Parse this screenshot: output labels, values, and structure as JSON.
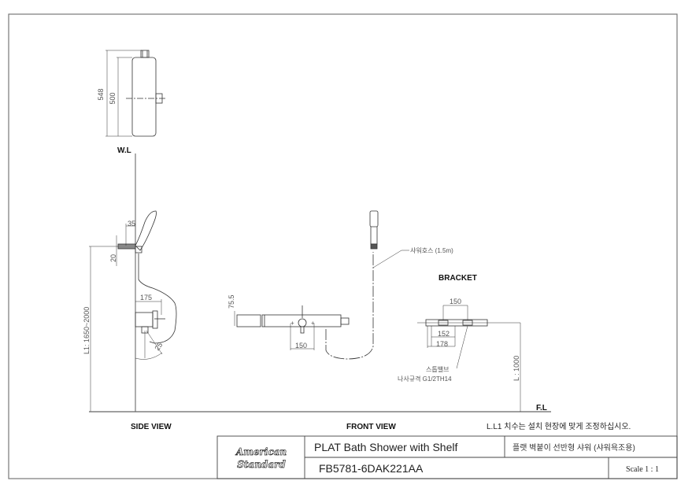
{
  "drawing": {
    "top_view": {
      "dim_overall": "548",
      "dim_body": "500",
      "wall_label": "W.L"
    },
    "side_view": {
      "label": "SIDE VIEW",
      "dim_depth": "35",
      "dim_holder": "20",
      "dim_projection": "175",
      "dim_angle": "25",
      "dim_height": "L1: 1650~2000"
    },
    "front_view": {
      "label": "FRONT VIEW",
      "dim_height": "75.5",
      "dim_spacing": "150",
      "hose_note": "샤워호스 (1.5m)"
    },
    "bracket": {
      "label": "BRACKET",
      "dim_spacing": "150",
      "dim_inner": "152",
      "dim_outer": "178",
      "valve_note": "스톱밸브",
      "thread_note": "나사규격 G1/2TH14",
      "dim_height": "L : 1000",
      "floor_label": "F.L"
    },
    "note": "L.L1 치수는 설치 현장에 맞게 조정하십시오."
  },
  "title_block": {
    "brand_line1": "American",
    "brand_line2": "Standard",
    "product_name": "PLAT Bath Shower with Shelf",
    "product_name_ko": "플랫 벽붙이 선반형 샤워 (샤워욕조용)",
    "model_number": "FB5781-6DAK221AA",
    "scale": "Scale 1 : 1"
  }
}
